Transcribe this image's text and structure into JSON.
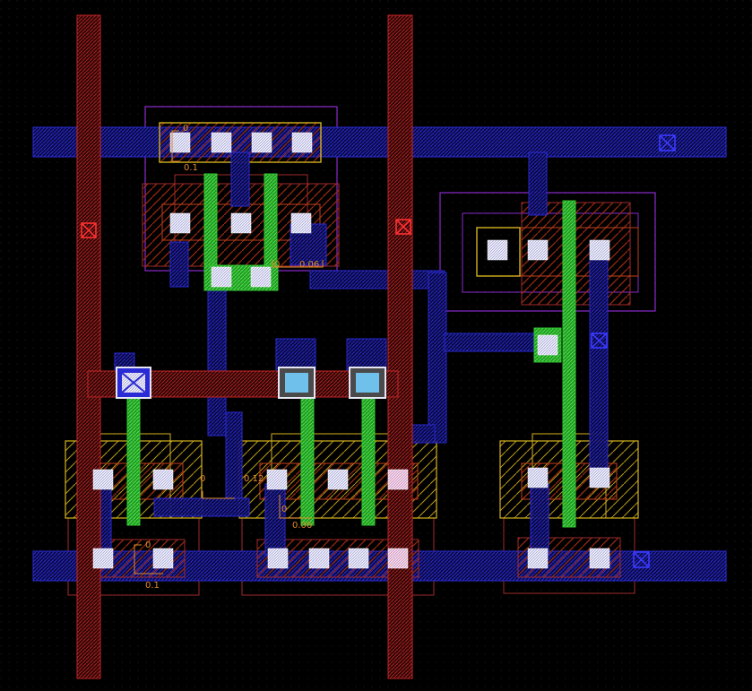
{
  "colors": {
    "background": "#000000",
    "metal1": "#2b2bd6",
    "poly_contact": "#e23030",
    "gate": "#2fc22f",
    "active_outline": "#d4b21e",
    "implant": "#a02a2a",
    "well": "#8a2acc",
    "contact_fill": "#e6e6f5",
    "via_fill": "#6fc0ea",
    "ruler": "#e08a2a"
  },
  "icons": {
    "port_marker": "boxed-x-icon",
    "contact": "contact-square-icon",
    "via": "via-square-icon"
  },
  "ruler_labels": {
    "r1": "0",
    "r2": "0.1",
    "r3": "0",
    "r4": "0.06",
    "r5": "0",
    "r6": "0.12",
    "r7": "0",
    "r8": "0.06",
    "r9": "0",
    "r10": "0.1"
  }
}
